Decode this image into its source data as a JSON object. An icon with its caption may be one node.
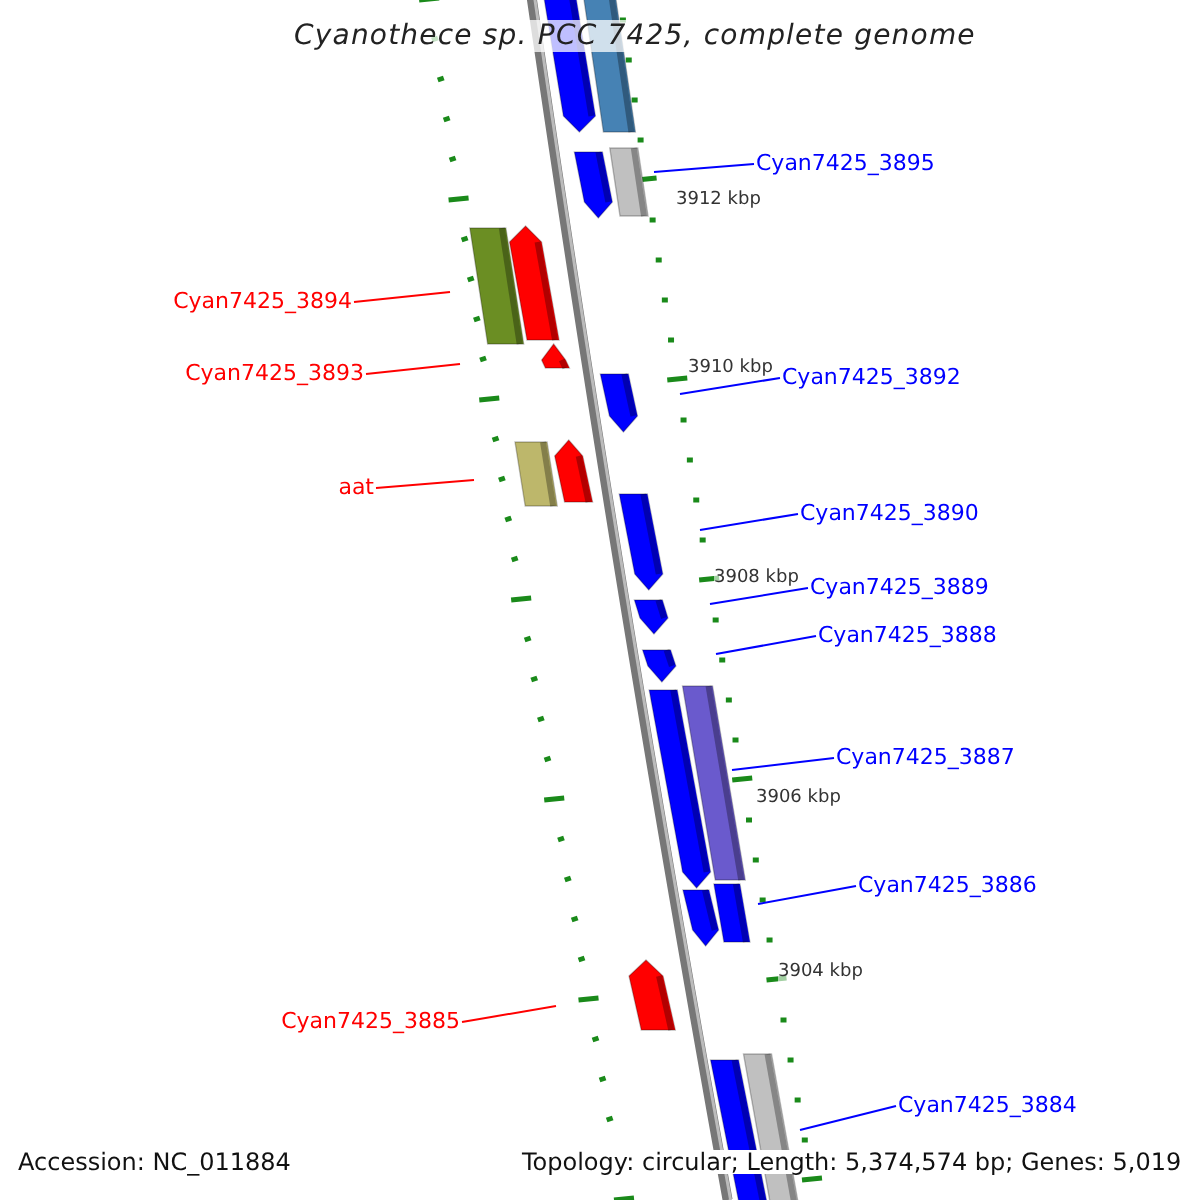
{
  "diagram": {
    "title": "Cyanothece sp. PCC 7425, complete genome",
    "nodes": [
      {
        "text": [
          "Cyan7425_3895"
        ]
      },
      {
        "text": [
          "Cyan7425_3894"
        ]
      },
      {
        "text": [
          "Cyan7425_3893"
        ]
      },
      {
        "text": [
          "Cyan7425_3892"
        ]
      },
      {
        "text": [
          "aat"
        ]
      },
      {
        "text": [
          "Cyan7425_3890"
        ]
      },
      {
        "text": [
          "Cyan7425_3889"
        ]
      },
      {
        "text": [
          "Cyan7425_3888"
        ]
      },
      {
        "text": [
          "Cyan7425_3887"
        ]
      },
      {
        "text": [
          "Cyan7425_3886"
        ]
      },
      {
        "text": [
          "Cyan7425_3885"
        ]
      },
      {
        "text": [
          "Cyan7425_3884"
        ]
      }
    ],
    "edges": [
      {
        "from": 0,
        "to": null,
        "arrow": "none"
      },
      {
        "from": 1,
        "to": null,
        "arrow": "none",
        "color": "#ff0000"
      },
      {
        "from": 2,
        "to": null,
        "arrow": "none",
        "color": "#ff0000"
      },
      {
        "from": 3,
        "to": null,
        "arrow": "none"
      },
      {
        "from": 4,
        "to": null,
        "arrow": "none",
        "color": "#ff0000"
      },
      {
        "from": 5,
        "to": null,
        "arrow": "none"
      },
      {
        "from": 6,
        "to": null,
        "arrow": "none"
      },
      {
        "from": 7,
        "to": null,
        "arrow": "none"
      },
      {
        "from": 8,
        "to": null,
        "arrow": "none"
      },
      {
        "from": 9,
        "to": null,
        "arrow": "none"
      },
      {
        "from": 10,
        "to": null,
        "arrow": "none",
        "color": "#ff0000"
      },
      {
        "from": 11,
        "to": null,
        "arrow": "none"
      }
    ],
    "labels": [
      "3912 kbp",
      "3910 kbp",
      "3908 kbp",
      "3906 kbp",
      "3904 kbp",
      "Accession: NC_011884",
      "Topology: circular; Length: 5,374,574 bp; Genes: 5,019"
    ]
  }
}
